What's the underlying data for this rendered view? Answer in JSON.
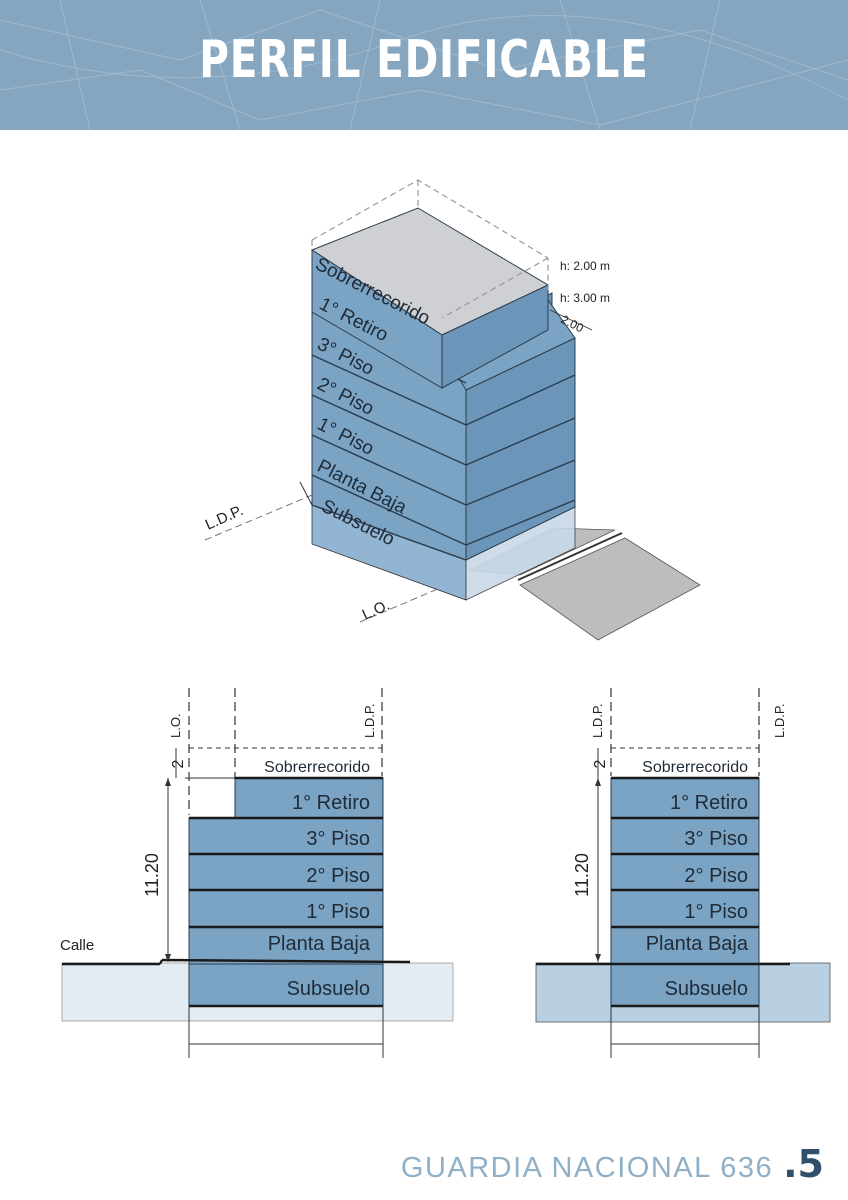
{
  "header": {
    "title": "PERFIL EDIFICABLE"
  },
  "iso": {
    "floors": [
      "Sobrerrecorido",
      "1° Retiro",
      "3° Piso",
      "2° Piso",
      "1° Piso",
      "Planta Baja",
      "Subsuelo"
    ],
    "dims": {
      "h_top": "h: 2.00 m",
      "h_mid": "h: 3.00 m",
      "setback": "2.00"
    },
    "lines": {
      "ldp": "L.D.P.",
      "lo": "L.O."
    }
  },
  "section_left": {
    "top_labels": {
      "lo": "L.O.",
      "ldp": "L.D.P."
    },
    "floors": [
      "Sobrerrecorido",
      "1° Retiro",
      "3° Piso",
      "2° Piso",
      "1° Piso",
      "Planta Baja",
      "Subsuelo"
    ],
    "dims": {
      "top": "2",
      "height": "11.20"
    },
    "street": "Calle"
  },
  "section_right": {
    "top_labels": {
      "left": "L.D.P.",
      "right": "L.D.P."
    },
    "floors": [
      "Sobrerrecorido",
      "1° Retiro",
      "3° Piso",
      "2° Piso",
      "1° Piso",
      "Planta Baja",
      "Subsuelo"
    ],
    "dims": {
      "top": "2",
      "height": "11.20"
    }
  },
  "footer": {
    "text": "GUARDIA NACIONAL 636",
    "page": ".5"
  },
  "colors": {
    "banner": "#86a6c0",
    "floor": "#7ba3c4",
    "floor_dark": "#5f89ad",
    "roof": "#cfd0d3",
    "ground": "#e3ebf3",
    "ground_dark": "#b9d0e2",
    "pavement": "#bcbcbc"
  }
}
